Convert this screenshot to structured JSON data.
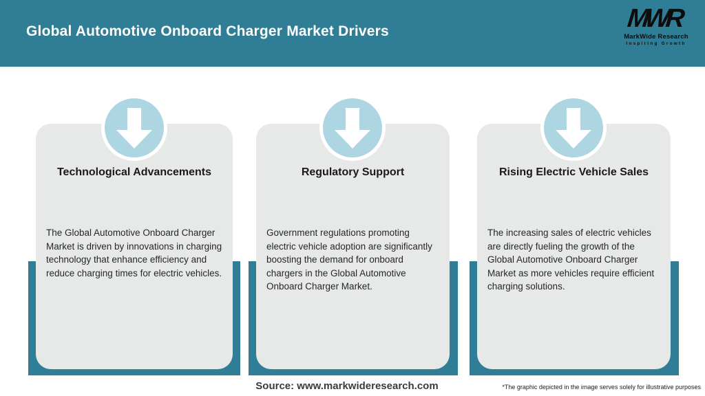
{
  "header": {
    "title": "Global Automotive Onboard Charger Market Drivers",
    "logo": {
      "monogram": "MWR",
      "name": "MarkWide Research",
      "tagline": "Inspiring Growth"
    }
  },
  "cards": [
    {
      "icon": "down-arrow-icon",
      "title": "Technological Advancements",
      "description": "The Global Automotive Onboard Charger Market is driven by innovations in charging technology that enhance efficiency and reduce charging times for electric vehicles."
    },
    {
      "icon": "down-arrow-icon",
      "title": "Regulatory Support",
      "description": "Government regulations promoting electric vehicle adoption are significantly boosting the demand for onboard chargers in the Global Automotive Onboard Charger Market."
    },
    {
      "icon": "down-arrow-icon",
      "title": "Rising Electric Vehicle Sales",
      "description": "The increasing sales of electric vehicles are directly fueling the growth of the Global Automotive Onboard Charger Market as more vehicles require efficient charging solutions."
    }
  ],
  "footer": {
    "source": "Source: www.markwideresearch.com",
    "disclaimer": "*The graphic depicted in the image serves solely for illustrative purposes"
  },
  "colors": {
    "teal": "#2f7e96",
    "card_background": "#e7e9e9",
    "arrow_circle": "#aed5e2",
    "header_text": "#ffffff"
  }
}
